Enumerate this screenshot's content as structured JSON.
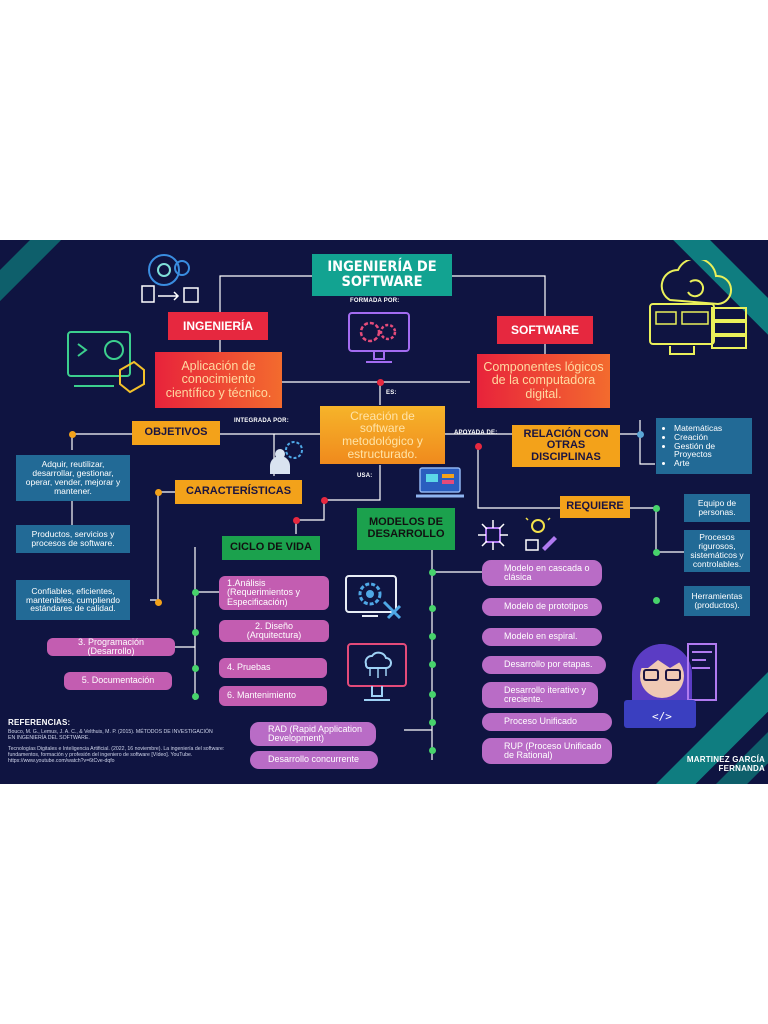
{
  "title": "INGENIERÍA DE SOFTWARE",
  "connectors": {
    "formada_por": "FORMADA POR:",
    "es": "ES:",
    "integrada_por": "INTEGRADA POR:",
    "apoyada_de": "APOYADA DE:",
    "usa": "USA:"
  },
  "ingenieria": {
    "label": "INGENIERÍA",
    "desc": "Aplicación de conocimiento científico y técnico."
  },
  "software": {
    "label": "SOFTWARE",
    "desc": "Componentes lógicos de la computadora digital."
  },
  "center": "Creación de software metodológico y estructurado.",
  "objetivos": {
    "label": "OBJETIVOS",
    "items": [
      "Adquir, reutilizar, desarrollar, gestionar, operar, vender, mejorar y mantener.",
      "Productos, servicios y procesos de software."
    ]
  },
  "caracteristicas": {
    "label": "CARACTERÍSTICAS",
    "items": [
      "Confiables, eficientes, mantenibles, cumpliendo estándares de calidad."
    ]
  },
  "relacion": {
    "label": "RELACIÓN CON OTRAS DISCIPLINAS",
    "items": [
      "Matemáticas",
      "Creación",
      "Gestión de Proyectos",
      "Arte"
    ]
  },
  "requiere": {
    "label": "REQUIERE",
    "items": [
      "Equipo de personas.",
      "Procesos rigurosos, sistemáticos y controlables.",
      "Herramientas (productos)."
    ]
  },
  "modelos": {
    "label": "MODELOS DE DESARROLLO",
    "right": [
      "Modelo en cascada o clásica",
      "Modelo de prototipos",
      "Modelo en espiral.",
      "Desarrollo por etapas.",
      "Desarrollo iterativo y creciente.",
      "Proceso Unificado",
      "RUP (Proceso Unificado de Rational)"
    ],
    "left": [
      "RAD (Rapid Application Development)",
      "Desarrollo concurrente"
    ]
  },
  "ciclo": {
    "label": "CICLO DE VIDA",
    "items": [
      "1.Análisis (Requerimientos y Especificación)",
      "2. Diseño (Arquitectura)",
      "3. Programación (Desarrollo)",
      "4. Pruebas",
      "5. Documentación",
      "6. Mantenimiento"
    ]
  },
  "referencias": {
    "title": "REFERENCIAS:",
    "items": [
      "Bouco, M. G., Lemus, J. A. C., & Velthuis, M. P. (2015). MÉTODOS DE INVESTIGACIÓN EN INGENIERÍA DEL SOFTWARE.",
      "Tecnologías Digitales e Inteligencia Artificial. (2022, 16 noviembre). La ingeniería del software: fundamentos, formación y profesión del ingeniero de software [Vídeo]. YouTube. https://www.youtube.com/watch?v=6tCve-dqfo"
    ]
  },
  "author": "MARTINEZ GARCÍA FERNANDA",
  "colors": {
    "background": "#0f1441",
    "teal": "#12a391",
    "red": "#e6283f",
    "orange": "#f3a21a",
    "green": "#1ba14d",
    "blue": "#226a96",
    "pink": "#c35db1",
    "lines": "#ffffff"
  },
  "icons": [
    "settings-document-icon",
    "developer-cube-icon",
    "monitor-gears-icon",
    "cloud-server-icon",
    "laptop-dashboard-icon",
    "circuit-chip-icon",
    "lightbulb-pen-icon",
    "gear-tools-monitor-icon",
    "cloud-network-monitor-icon",
    "programmer-girl-icon",
    "worker-gears-icon"
  ]
}
